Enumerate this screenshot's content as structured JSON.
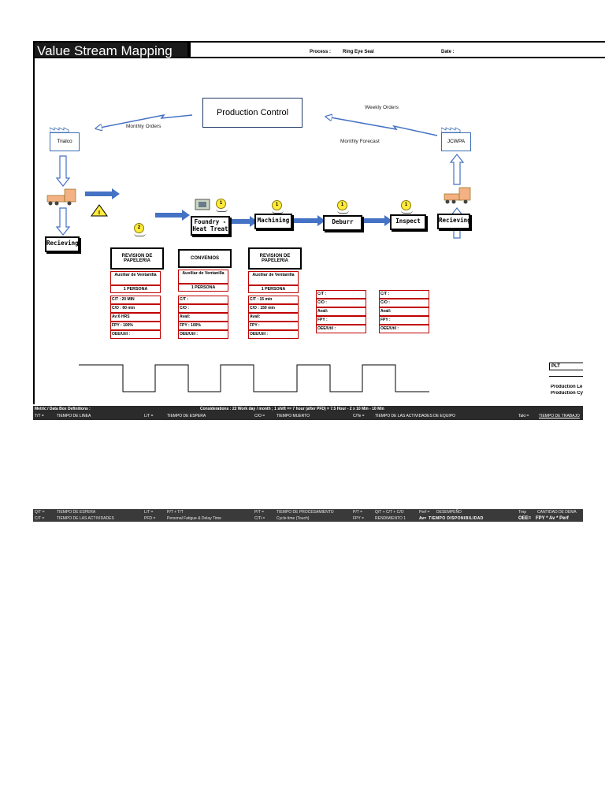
{
  "header": {
    "title": "Value Stream Mapping",
    "process_label": "Process :",
    "process_value": "Ring Eye Seal",
    "date_label": "Date :"
  },
  "production_control": "Production Control",
  "flows": {
    "monthly_orders": "Monthly Orders",
    "weekly_orders": "Weekly Orders",
    "monthly_forecast": "Monthly Forecast"
  },
  "supplier": "Trialco",
  "customer": "JCWPA",
  "receiving_left": "Recieving",
  "receiving_right": "Recieving",
  "processes": [
    {
      "label": "Foundry - Heat Treat",
      "operators": "1"
    },
    {
      "label": "Machining",
      "operators": "1"
    },
    {
      "label": "Deburr",
      "operators": "1"
    },
    {
      "label": "Inspect",
      "operators": "1"
    }
  ],
  "inventory_operator": "2",
  "info_boxes": [
    {
      "title": "REVISION DE PAPELERIA",
      "sub": "Auxiliar de Ventanilla",
      "persona": "1 PERSONA",
      "rows": [
        "C/T : 20 MIN",
        "C/O : 60 min",
        "Av:6 HRS",
        "FPY : 100%",
        "OEE/Util :"
      ]
    },
    {
      "title": "CONVENIOS",
      "sub": "Auxiliar de Ventanilla",
      "persona": "1 PERSONA",
      "rows": [
        "C/T :",
        "C/O :",
        "Avail:",
        "FPY : 100%",
        "OEE/Util :"
      ]
    },
    {
      "title": "REVISION DE PAPELERIA",
      "sub": "Auxiliar de Ventanilla",
      "persona": "1 PERSONA",
      "rows": [
        "C/T : 15 min",
        "C/O : 150 min",
        "Avail:",
        "FPY :",
        "OEE/Util :"
      ]
    },
    {
      "title": "",
      "sub": "",
      "persona": "",
      "rows": [
        "C/T :",
        "C/O :",
        "Avail:",
        "FPY :",
        "OEE/Util :"
      ]
    },
    {
      "title": "",
      "sub": "",
      "persona": "",
      "rows": [
        "C/T :",
        "C/O :",
        "Avail:",
        "FPY :",
        "OEE/Util :"
      ]
    }
  ],
  "timeline": {
    "plt_label": "PLT",
    "production_lead": "Production Le",
    "production_cycle": "Production Cy"
  },
  "defs_bar": {
    "metric": "Metric / Data Box Definitions :",
    "considerations": "Considerations : 22 Work day / month ; 1 shift == 7 hour (after PFD) = 7.5 Hour - 2 x 10 Min - 10 Min"
  },
  "defs_row1": [
    {
      "k": "T/T =",
      "v": "TIEMPO DE LINEA"
    },
    {
      "k": "L/T =",
      "v": "TIEMPO DE ESPERA"
    },
    {
      "k": "C/O =",
      "v": "TIEMPO MUERTO"
    },
    {
      "k": "C/Te =",
      "v": "TIEMPO DE LAS ACTIVIDADES DE EQUIPO"
    },
    {
      "k": "Takt =",
      "v": "TIEMPO DE TRABAJO"
    }
  ],
  "defs_row2": [
    {
      "k": "Q/T =",
      "v": "TIEMPO DE ESPERA"
    },
    {
      "k": "L/T =",
      "v": "P/T + T/T"
    },
    {
      "k": "P/T =",
      "v": "TIEMPO DE PROCESAMIENTO"
    },
    {
      "k": "P/T =",
      "v": "Q/T + C/T + C/O"
    },
    {
      "k": "Perf =",
      "v": "DESEMPEÑO"
    },
    {
      "k": "Tmp",
      "v": "CANTIDAD DE DEMA"
    }
  ],
  "defs_row3": [
    {
      "k": "C/T =",
      "v": "TIEMPO DE LAS ACTIVIDADES"
    },
    {
      "k": "PFD =",
      "v": "Personal Fatigue & Delay Time"
    },
    {
      "k": "C/Ti =",
      "v": "Cycle time (Touch)"
    },
    {
      "k": "FPY =",
      "v": "RENDIMIENTO 1"
    },
    {
      "k": "Av=",
      "v": "TIEMPO DISPONIBILIDAD"
    },
    {
      "k": "OEE=",
      "v": "FPY * Av * Perf"
    }
  ],
  "colors": {
    "arrow_blue": "#4472c4",
    "data_red": "#c00000",
    "bar_dark": "#2b2b2b",
    "operator_yellow": "#ffeb3b"
  }
}
